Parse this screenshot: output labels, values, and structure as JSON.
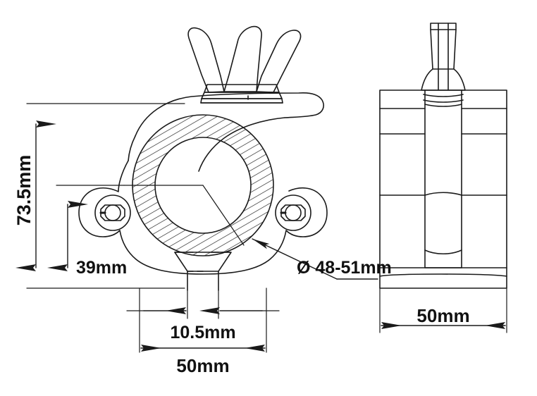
{
  "drawing": {
    "title": "Truss clamp technical drawing",
    "line_color": "#1a1a1a",
    "fill_color": "#ffffff",
    "views": [
      {
        "name": "front-section-view",
        "label": ""
      },
      {
        "name": "side-elevation-view",
        "label": ""
      }
    ]
  },
  "dimensions": {
    "overall_height": "73.5mm",
    "ear_height": "39mm",
    "stem_width": "10.5mm",
    "body_width": "50mm",
    "side_width": "50mm",
    "bore_diameter": "Ø 48-51mm"
  },
  "annotations": {
    "bore_callout": "Ø 48-51mm"
  }
}
